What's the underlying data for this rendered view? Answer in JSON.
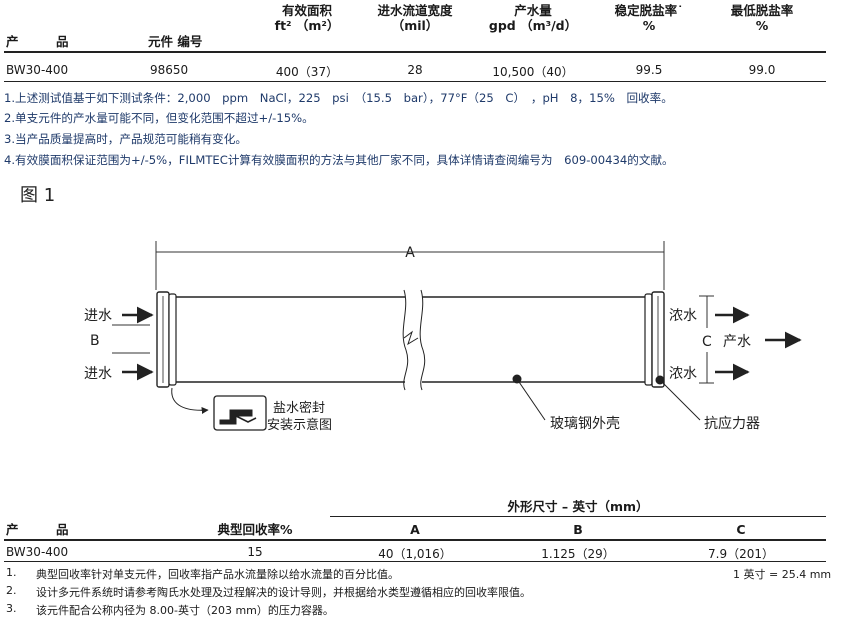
{
  "table1": {
    "headers": {
      "product": "产　　　品",
      "part_no": "元件 编号",
      "area_l1": "有效面积",
      "area_l2": "ft² （m²）",
      "spacer_l1": "进水流道宽度",
      "spacer_l2": "（mil）",
      "flow_l1": "产水量",
      "flow_l2": "gpd （m³/d）",
      "stab_l1": "稳定脱盐率˙",
      "stab_l2": "%",
      "min_l1": "最低脱盐率",
      "min_l2": "%"
    },
    "row": {
      "product": "BW30-400",
      "part_no": "98650",
      "area": "400（37）",
      "spacer": "28",
      "flow": "10,500（40）",
      "stab": "99.5",
      "min": "99.0"
    },
    "notes": [
      "1.上述测试值基于如下测试条件：2,000　ppm　NaCl，225　psi　（15.5　bar），77°F（25　C）　，pH　8，15%　回收率。",
      "2.单支元件的产水量可能不同，但变化范围不超过+/-15%。",
      "3.当产品质量提高时，产品规范可能稍有变化。",
      "4.有效膜面积保证范围为+/-5%，FILMTEC计算有效膜面积的方法与其他厂家不同，具体详情请查阅编号为　609-00434的文献。"
    ]
  },
  "figure": {
    "caption": "图 1",
    "label_a": "A",
    "label_b": "B",
    "label_c": "C",
    "feed_top": "进水",
    "feed_bottom": "进水",
    "brine_top": "浓水",
    "brine_bottom": "浓水",
    "permeate": "产水",
    "seal_l1": "盐水密封",
    "seal_l2": "安装示意图",
    "shell": "玻璃钢外壳",
    "atd": "抗应力器"
  },
  "table2": {
    "group_header": "外形尺寸 – 英寸（mm）",
    "headers": {
      "product": "产　　　品",
      "recovery": "典型回收率%",
      "a": "A",
      "b": "B",
      "c": "C"
    },
    "row": {
      "product": "BW30-400",
      "recovery": "15",
      "a": "40（1,016）",
      "b": "1.125（29）",
      "c": "7.9（201）"
    },
    "notes": [
      {
        "num": "1.",
        "text": "典型回收率针对单支元件，回收率指产品水流量除以给水流量的百分比值。"
      },
      {
        "num": "2.",
        "text": "设计多元件系统时请参考陶氏水处理及过程解决的设计导则，并根据给水类型遵循相应的回收率限值。"
      },
      {
        "num": "3.",
        "text": "该元件配合公称内径为 8.00-英寸（203 mm）的压力容器。"
      }
    ],
    "conversion": "1 英寸 = 25.4 mm"
  }
}
